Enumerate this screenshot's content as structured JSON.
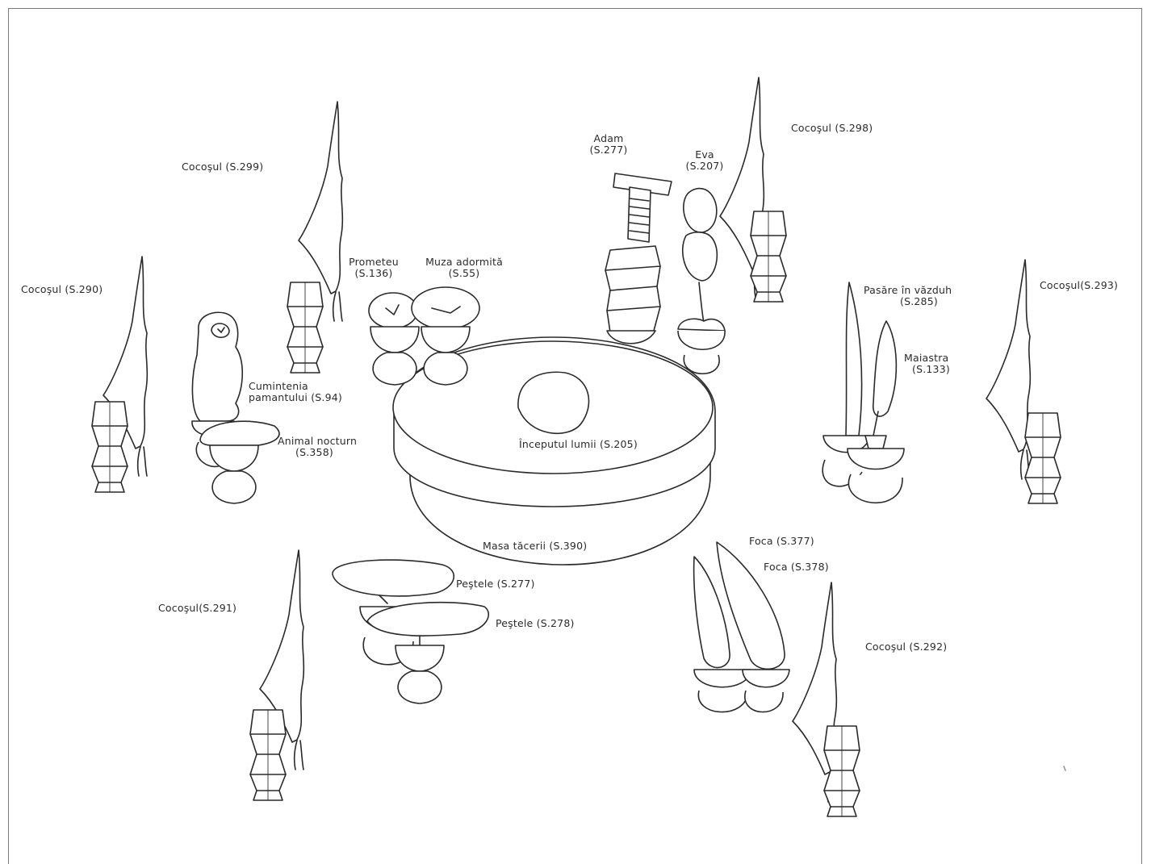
{
  "labels": {
    "cocosul_299": "Cocoşul (S.299)",
    "cocosul_298": "Cocoşul (S.298)",
    "cocosul_290": "Cocoşul (S.290)",
    "cocosul_293": "Cocoşul(S.293)",
    "cocosul_291": "Cocoşul(S.291)",
    "cocosul_292": "Cocoşul (S.292)",
    "adam_name": "Adam",
    "adam_code": "(S.277)",
    "eva_name": "Eva",
    "eva_code": "(S.207)",
    "prometeu_name": "Prometeu",
    "prometeu_code": "(S.136)",
    "muza_name": "Muza adormită",
    "muza_code": "(S.55)",
    "pasare_name": "Pasăre în văzduh",
    "pasare_code": "(S.285)",
    "maiastra_name": "Maiastra",
    "maiastra_code": "(S.133)",
    "cumintenia_line1": "Cumintenia",
    "cumintenia_line2": "pamantului (S.94)",
    "animal_line1": "Animal nocturn",
    "animal_line2": "(S.358)",
    "inceputul": "Începutul lumii (S.205)",
    "masa": "Masa tăcerii (S.390)",
    "pestele_277": "Peştele (S.277)",
    "pestele_278": "Peştele (S.278)",
    "foca_377": "Foca (S.377)",
    "foca_378": "Foca (S.378)"
  },
  "colors": {
    "ink": "#2a2a2a",
    "label": "#2b2b2b",
    "frame": "#7a7a7a",
    "background": "#ffffff"
  }
}
